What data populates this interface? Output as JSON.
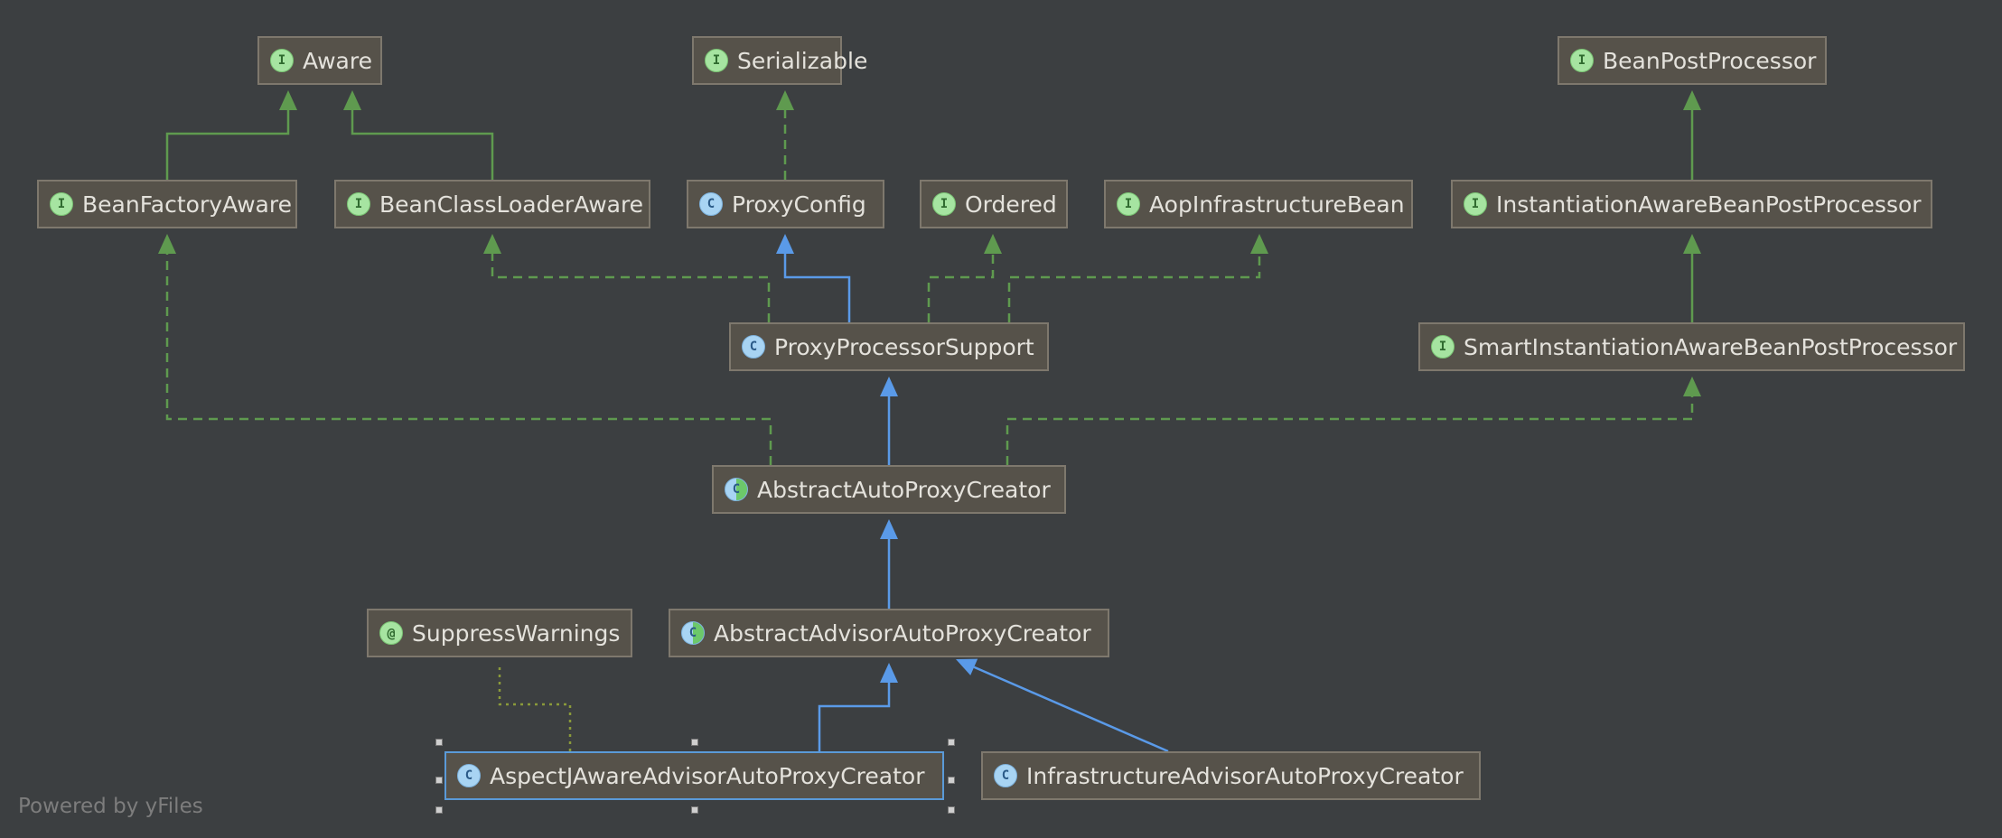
{
  "colors": {
    "background": "#3c3f41",
    "node_fill": "#56524a",
    "node_border": "#7e786d",
    "selected_border": "#5a9ad8",
    "interface_edge": "#5f9a4f",
    "class_edge": "#5a9ae8",
    "annotation_edge": "#8a9a3a"
  },
  "nodes": {
    "aware": {
      "label": "Aware",
      "kind": "interface",
      "badge": "I"
    },
    "serializable": {
      "label": "Serializable",
      "kind": "interface",
      "badge": "I"
    },
    "bean_post_processor": {
      "label": "BeanPostProcessor",
      "kind": "interface",
      "badge": "I"
    },
    "bean_factory_aware": {
      "label": "BeanFactoryAware",
      "kind": "interface",
      "badge": "I"
    },
    "bean_class_loader_aware": {
      "label": "BeanClassLoaderAware",
      "kind": "interface",
      "badge": "I"
    },
    "proxy_config": {
      "label": "ProxyConfig",
      "kind": "class",
      "badge": "C"
    },
    "ordered": {
      "label": "Ordered",
      "kind": "interface",
      "badge": "I"
    },
    "aop_infrastructure_bean": {
      "label": "AopInfrastructureBean",
      "kind": "interface",
      "badge": "I"
    },
    "instantiation_aware_bpp": {
      "label": "InstantiationAwareBeanPostProcessor",
      "kind": "interface",
      "badge": "I"
    },
    "proxy_processor_support": {
      "label": "ProxyProcessorSupport",
      "kind": "class",
      "badge": "C"
    },
    "smart_instantiation_aware_bpp": {
      "label": "SmartInstantiationAwareBeanPostProcessor",
      "kind": "interface",
      "badge": "I"
    },
    "abstract_auto_proxy_creator": {
      "label": "AbstractAutoProxyCreator",
      "kind": "abstract",
      "badge": "C"
    },
    "suppress_warnings": {
      "label": "SuppressWarnings",
      "kind": "annotation",
      "badge": "@"
    },
    "abstract_advisor_auto_proxy_creator": {
      "label": "AbstractAdvisorAutoProxyCreator",
      "kind": "abstract",
      "badge": "C"
    },
    "aspectj_aware_advisor_auto_proxy_creator": {
      "label": "AspectJAwareAdvisorAutoProxyCreator",
      "kind": "class",
      "badge": "C",
      "selected": true
    },
    "infrastructure_advisor_auto_proxy_creator": {
      "label": "InfrastructureAdvisorAutoProxyCreator",
      "kind": "class",
      "badge": "C"
    }
  },
  "edges": [
    {
      "from": "bean_factory_aware",
      "to": "aware",
      "type": "extends-interface"
    },
    {
      "from": "bean_class_loader_aware",
      "to": "aware",
      "type": "extends-interface"
    },
    {
      "from": "proxy_config",
      "to": "serializable",
      "type": "implements"
    },
    {
      "from": "proxy_processor_support",
      "to": "bean_class_loader_aware",
      "type": "implements"
    },
    {
      "from": "proxy_processor_support",
      "to": "proxy_config",
      "type": "extends-class"
    },
    {
      "from": "proxy_processor_support",
      "to": "ordered",
      "type": "implements"
    },
    {
      "from": "proxy_processor_support",
      "to": "aop_infrastructure_bean",
      "type": "implements"
    },
    {
      "from": "instantiation_aware_bpp",
      "to": "bean_post_processor",
      "type": "extends-interface"
    },
    {
      "from": "smart_instantiation_aware_bpp",
      "to": "instantiation_aware_bpp",
      "type": "extends-interface"
    },
    {
      "from": "abstract_auto_proxy_creator",
      "to": "bean_factory_aware",
      "type": "implements"
    },
    {
      "from": "abstract_auto_proxy_creator",
      "to": "proxy_processor_support",
      "type": "extends-class"
    },
    {
      "from": "abstract_auto_proxy_creator",
      "to": "smart_instantiation_aware_bpp",
      "type": "implements"
    },
    {
      "from": "abstract_advisor_auto_proxy_creator",
      "to": "abstract_auto_proxy_creator",
      "type": "extends-class"
    },
    {
      "from": "aspectj_aware_advisor_auto_proxy_creator",
      "to": "abstract_advisor_auto_proxy_creator",
      "type": "extends-class"
    },
    {
      "from": "infrastructure_advisor_auto_proxy_creator",
      "to": "abstract_advisor_auto_proxy_creator",
      "type": "extends-class"
    },
    {
      "from": "aspectj_aware_advisor_auto_proxy_creator",
      "to": "suppress_warnings",
      "type": "annotated-by"
    }
  ],
  "watermark": "Powered by yFiles"
}
